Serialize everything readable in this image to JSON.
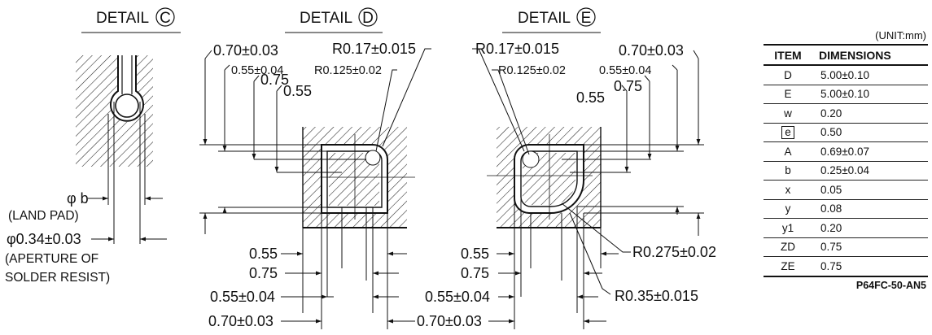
{
  "details": {
    "c": {
      "title": "DETAIL",
      "letter": "C",
      "phi_b_label": "φ b",
      "land_pad": "(LAND PAD)",
      "aperture_dim": "φ0.34±0.03",
      "aperture_line1": "(APERTURE OF",
      "aperture_line2": "SOLDER RESIST)"
    },
    "d": {
      "title": "DETAIL",
      "letter": "D",
      "dim_070_top": "0.70±0.03",
      "dim_055_04_top": "0.55±0.04",
      "dim_075_top": "0.75",
      "dim_055_top": "0.55",
      "r017": "R0.17±0.015",
      "r0125": "R0.125±0.02",
      "dim_055_bot": "0.55",
      "dim_075_bot": "0.75",
      "dim_055_04_bot": "0.55±0.04",
      "dim_070_bot": "0.70±0.03"
    },
    "e": {
      "title": "DETAIL",
      "letter": "E",
      "r017": "R0.17±0.015",
      "r0125": "R0.125±0.02",
      "dim_055_04_top": "0.55±0.04",
      "dim_070_top": "0.70±0.03",
      "dim_075_top": "0.75",
      "dim_055_top": "0.55",
      "r0275": "R0.275±0.02",
      "r035": "R0.35±0.015",
      "dim_055_bot": "0.55",
      "dim_075_bot": "0.75",
      "dim_055_04_bot": "0.55±0.04",
      "dim_070_bot": "0.70±0.03"
    }
  },
  "table": {
    "unit": "(UNIT:mm)",
    "headers": [
      "ITEM",
      "DIMENSIONS"
    ],
    "rows": [
      {
        "item": "D",
        "value": "5.00±0.10"
      },
      {
        "item": "E",
        "value": "5.00±0.10"
      },
      {
        "item": "w",
        "value": "0.20"
      },
      {
        "item": "e",
        "value": "0.50"
      },
      {
        "item": "A",
        "value": "0.69±0.07"
      },
      {
        "item": "b",
        "value": "0.25±0.04"
      },
      {
        "item": "x",
        "value": "0.05"
      },
      {
        "item": "y",
        "value": "0.08"
      },
      {
        "item": "y1",
        "value": "0.20"
      },
      {
        "item": "ZD",
        "value": "0.75"
      },
      {
        "item": "ZE",
        "value": "0.75"
      }
    ],
    "code": "P64FC-50-AN5"
  }
}
